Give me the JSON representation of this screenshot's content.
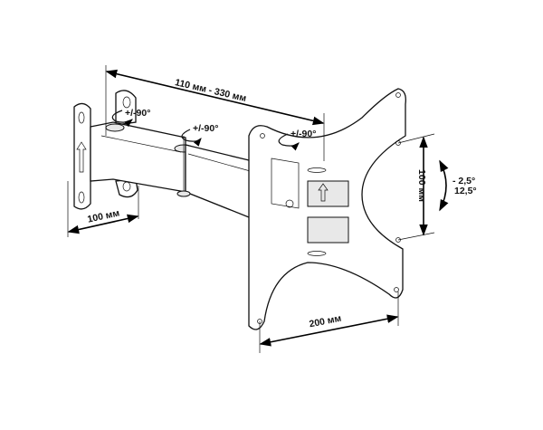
{
  "diagram": {
    "subject": "swivel-tilt-wall-mount",
    "dimensions": {
      "arm_extension": "110 мм - 330 мм",
      "wall_plate_width": "100 мм",
      "vesa_vertical": "100 мм",
      "vesa_horizontal": "200 мм"
    },
    "rotations": {
      "wall_pivot": "+/-90°",
      "middle_pivot": "+/-90°",
      "head_pivot": "+/-90°"
    },
    "tilt": {
      "up": "- 2,5°",
      "down": "12,5°"
    }
  }
}
